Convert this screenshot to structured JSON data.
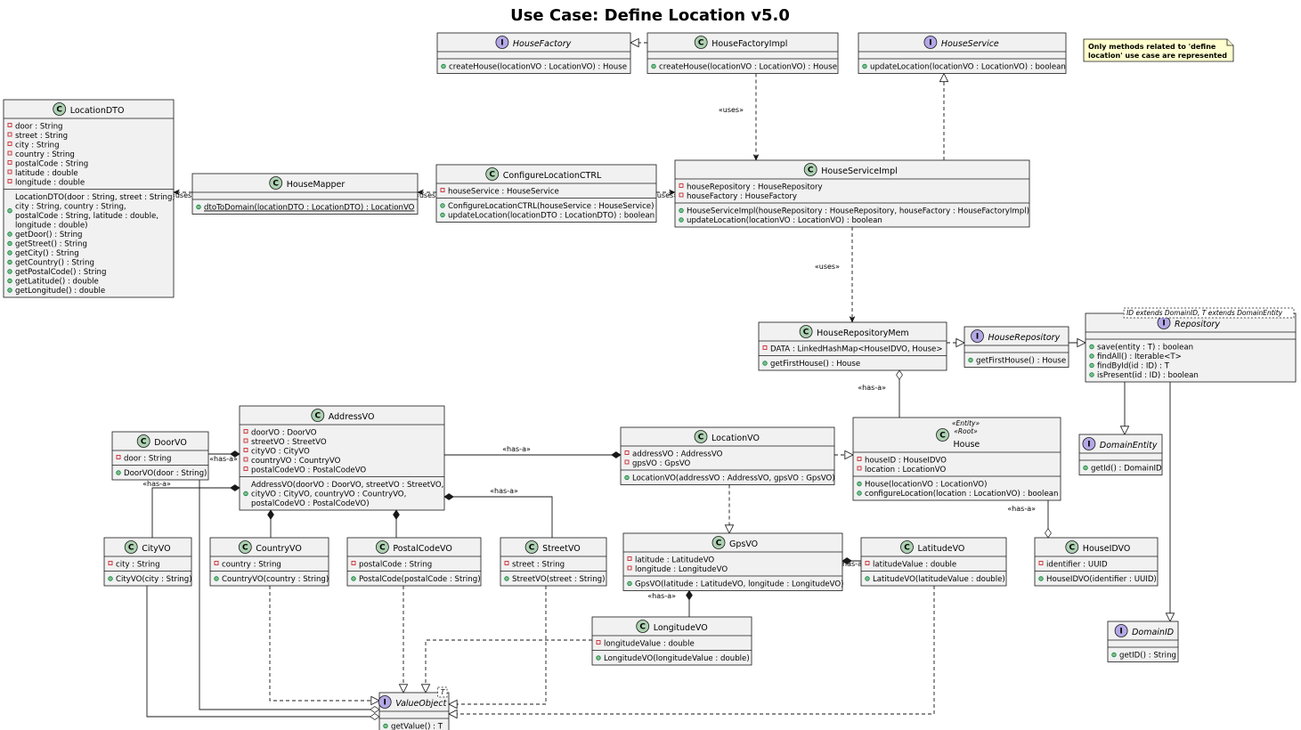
{
  "title": "Use Case: Define Location v5.0",
  "note": [
    "Only methods related to 'define",
    "location' use case are represented"
  ],
  "classes": {
    "HouseFactory": {
      "name": "HouseFactory",
      "kind": "interface",
      "fields": [],
      "methods": [
        "createHouse(locationVO : LocationVO) : House"
      ]
    },
    "HouseFactoryImpl": {
      "name": "HouseFactoryImpl",
      "kind": "class",
      "fields": [],
      "methods": [
        "createHouse(locationVO : LocationVO) : House"
      ]
    },
    "HouseService": {
      "name": "HouseService",
      "kind": "interface",
      "fields": [],
      "methods": [
        "updateLocation(locationVO : LocationVO) : boolean"
      ]
    },
    "LocationDTO": {
      "name": "LocationDTO",
      "kind": "class",
      "fields": [
        "door : String",
        "street : String",
        "city : String",
        "country : String",
        "postalCode : String",
        "latitude : double",
        "longitude : double"
      ],
      "methods": [
        [
          "LocationDTO(door : String, street : String,",
          " city : String, country : String,",
          " postalCode : String, latitude : double,",
          " longitude : double)"
        ],
        "getDoor() : String",
        "getStreet() : String",
        "getCity() : String",
        "getCountry() : String",
        "getPostalCode() : String",
        "getLatitude() : double",
        "getLongitude() : double"
      ]
    },
    "HouseMapper": {
      "name": "HouseMapper",
      "kind": "class",
      "fields": [],
      "methods": [
        "dtoToDomain(locationDTO : LocationDTO) : LocationVO"
      ],
      "static_methods": [
        0
      ]
    },
    "ConfigureLocationCTRL": {
      "name": "ConfigureLocationCTRL",
      "kind": "class",
      "fields": [
        "houseService : HouseService"
      ],
      "methods": [
        "ConfigureLocationCTRL(houseService : HouseService)",
        "updateLocation(locationDTO : LocationDTO) : boolean"
      ]
    },
    "HouseServiceImpl": {
      "name": "HouseServiceImpl",
      "kind": "class",
      "fields": [
        "houseRepository : HouseRepository",
        "houseFactory : HouseFactory"
      ],
      "methods": [
        "HouseServiceImpl(houseRepository : HouseRepository, houseFactory : HouseFactoryImpl)",
        "updateLocation(locationVO : LocationVO) : boolean"
      ]
    },
    "HouseRepositoryMem": {
      "name": "HouseRepositoryMem",
      "kind": "class",
      "fields": [
        "DATA : LinkedHashMap<HouseIDVO, House>"
      ],
      "methods": [
        "getFirstHouse() : House"
      ]
    },
    "HouseRepository": {
      "name": "HouseRepository",
      "kind": "interface",
      "fields": [],
      "methods": [
        "getFirstHouse() : House"
      ]
    },
    "Repository": {
      "name": "Repository",
      "kind": "interface",
      "generic": "ID extends DomainID, T extends DomainEntity",
      "fields": [],
      "methods": [
        "save(entity : T) : boolean",
        "findAll() : Iterable<T>",
        "findById(id : ID) : T",
        "isPresent(id : ID) : boolean"
      ]
    },
    "DomainEntity": {
      "name": "DomainEntity",
      "kind": "interface",
      "fields": [],
      "methods": [
        "getId() : DomainID"
      ]
    },
    "House": {
      "name": "House",
      "kind": "class",
      "stereotypes": [
        "«Entity»",
        "«Root»"
      ],
      "fields": [
        "houseID : HouseIDVO",
        "location : LocationVO"
      ],
      "methods": [
        "House(locationVO : LocationVO)",
        "configureLocation(location : LocationVO) : boolean"
      ]
    },
    "LocationVO": {
      "name": "LocationVO",
      "kind": "class",
      "fields": [
        "addressVO : AddressVO",
        "gpsVO : GpsVO"
      ],
      "methods": [
        "LocationVO(addressVO : AddressVO, gpsVO : GpsVO)"
      ]
    },
    "AddressVO": {
      "name": "AddressVO",
      "kind": "class",
      "fields": [
        "doorVO : DoorVO",
        "streetVO : StreetVO",
        "cityVO : CityVO",
        "countryVO : CountryVO",
        "postalCodeVO : PostalCodeVO"
      ],
      "methods": [
        [
          "AddressVO(doorVO : DoorVO, streetVO : StreetVO,",
          " cityVO : CityVO, countryVO : CountryVO,",
          " postalCodeVO : PostalCodeVO)"
        ]
      ]
    },
    "DoorVO": {
      "name": "DoorVO",
      "kind": "class",
      "fields": [
        "door : String"
      ],
      "methods": [
        "DoorVO(door : String)"
      ]
    },
    "CityVO": {
      "name": "CityVO",
      "kind": "class",
      "fields": [
        "city : String"
      ],
      "methods": [
        "CityVO(city : String)"
      ]
    },
    "CountryVO": {
      "name": "CountryVO",
      "kind": "class",
      "fields": [
        "country : String"
      ],
      "methods": [
        "CountryVO(country : String)"
      ]
    },
    "PostalCodeVO": {
      "name": "PostalCodeVO",
      "kind": "class",
      "fields": [
        "postalCode : String"
      ],
      "methods": [
        "PostalCode(postalCode : String)"
      ]
    },
    "StreetVO": {
      "name": "StreetVO",
      "kind": "class",
      "fields": [
        "street : String"
      ],
      "methods": [
        "StreetVO(street : String)"
      ]
    },
    "GpsVO": {
      "name": "GpsVO",
      "kind": "class",
      "fields": [
        "latitude : LatitudeVO",
        "longitude : LongitudeVO"
      ],
      "methods": [
        "GpsVO(latitude : LatitudeVO, longitude : LongitudeVO)"
      ]
    },
    "LatitudeVO": {
      "name": "LatitudeVO",
      "kind": "class",
      "fields": [
        "latitudeValue : double"
      ],
      "methods": [
        "LatitudeVO(latitudeValue : double)"
      ]
    },
    "LongitudeVO": {
      "name": "LongitudeVO",
      "kind": "class",
      "fields": [
        "longitudeValue : double"
      ],
      "methods": [
        "LongitudeVO(longitudeValue : double)"
      ]
    },
    "HouseIDVO": {
      "name": "HouseIDVO",
      "kind": "class",
      "fields": [
        "identifier : UUID"
      ],
      "methods": [
        "HouseIDVO(identifier : UUID)"
      ]
    },
    "DomainID": {
      "name": "DomainID",
      "kind": "interface",
      "fields": [],
      "methods": [
        "getID() : String"
      ]
    },
    "ValueObject": {
      "name": "ValueObject",
      "kind": "interface",
      "generic": "T",
      "fields": [],
      "methods": [
        "getValue() : T"
      ]
    }
  },
  "relations": [
    {
      "type": "realization",
      "from": "HouseFactoryImpl",
      "to": "HouseFactory"
    },
    {
      "type": "dependency",
      "from": "HouseFactoryImpl",
      "to": "HouseServiceImpl",
      "label": "«uses»"
    },
    {
      "type": "realization",
      "from": "HouseServiceImpl",
      "to": "HouseService"
    },
    {
      "type": "dependency",
      "from": "HouseMapper",
      "to": "LocationDTO",
      "label": "«uses»"
    },
    {
      "type": "dependency",
      "from": "ConfigureLocationCTRL",
      "to": "HouseMapper",
      "label": "«uses»"
    },
    {
      "type": "dependency",
      "from": "ConfigureLocationCTRL",
      "to": "HouseServiceImpl",
      "label": "«uses»"
    },
    {
      "type": "dependency",
      "from": "HouseServiceImpl",
      "to": "HouseRepositoryMem",
      "label": "«uses»"
    },
    {
      "type": "realization",
      "from": "HouseRepositoryMem",
      "to": "HouseRepository"
    },
    {
      "type": "generalization",
      "from": "HouseRepository",
      "to": "Repository"
    },
    {
      "type": "generalization",
      "from": "Repository",
      "to": "DomainEntity"
    },
    {
      "type": "generalization",
      "from": "Repository",
      "to": "DomainID"
    },
    {
      "type": "aggregation",
      "from": "HouseRepositoryMem",
      "to": "House",
      "label": "«has-a»"
    },
    {
      "type": "realization",
      "from": "House",
      "to": "DomainEntity"
    },
    {
      "type": "aggregation",
      "from": "LocationVO",
      "to": "House",
      "label": "«has-a»"
    },
    {
      "type": "composition",
      "from": "House",
      "to": "HouseIDVO",
      "label": "«has-a»"
    },
    {
      "type": "realization",
      "from": "HouseIDVO",
      "to": "DomainID"
    },
    {
      "type": "composition",
      "from": "LocationVO",
      "to": "AddressVO",
      "label": "«has-a»"
    },
    {
      "type": "composition",
      "from": "LocationVO",
      "to": "GpsVO",
      "label": "«has-a»"
    },
    {
      "type": "composition",
      "from": "AddressVO",
      "to": "DoorVO",
      "label": "«has-a»"
    },
    {
      "type": "composition",
      "from": "AddressVO",
      "to": "CityVO",
      "label": "«has-a»"
    },
    {
      "type": "composition",
      "from": "AddressVO",
      "to": "CountryVO",
      "label": "«has-a»"
    },
    {
      "type": "composition",
      "from": "AddressVO",
      "to": "PostalCodeVO",
      "label": "«has-a»"
    },
    {
      "type": "composition",
      "from": "AddressVO",
      "to": "StreetVO",
      "label": "«has-a»"
    },
    {
      "type": "aggregation",
      "from": "GpsVO",
      "to": "LatitudeVO",
      "label": "«has-a»"
    },
    {
      "type": "aggregation",
      "from": "GpsVO",
      "to": "LongitudeVO",
      "label": "«has-a»"
    },
    {
      "type": "realization",
      "from": "DoorVO",
      "to": "ValueObject"
    },
    {
      "type": "realization",
      "from": "CityVO",
      "to": "ValueObject"
    },
    {
      "type": "realization",
      "from": "CountryVO",
      "to": "ValueObject"
    },
    {
      "type": "realization",
      "from": "PostalCodeVO",
      "to": "ValueObject"
    },
    {
      "type": "realization",
      "from": "StreetVO",
      "to": "ValueObject"
    },
    {
      "type": "realization",
      "from": "LongitudeVO",
      "to": "ValueObject"
    },
    {
      "type": "realization",
      "from": "LatitudeVO",
      "to": "ValueObject"
    }
  ]
}
